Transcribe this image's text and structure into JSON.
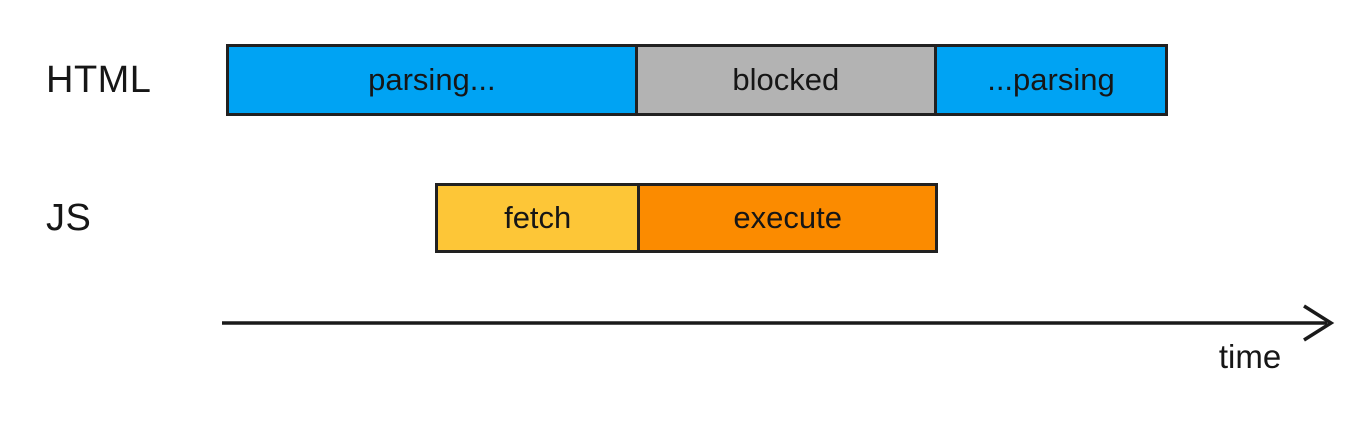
{
  "diagram": {
    "type": "timeline",
    "rows": [
      {
        "label": "HTML",
        "segments": [
          {
            "label": "parsing...",
            "color": "#00a3f3",
            "duration": 411
          },
          {
            "label": "blocked",
            "color": "#b3b3b3",
            "duration": 300
          },
          {
            "label": "...parsing",
            "color": "#00a3f3",
            "duration": 231
          }
        ]
      },
      {
        "label": "JS",
        "segments": [
          {
            "label": "fetch",
            "color": "#fdc637",
            "duration": 203
          },
          {
            "label": "execute",
            "color": "#fb8b00",
            "duration": 300
          }
        ]
      }
    ],
    "axis": {
      "label": "time"
    },
    "colors": {
      "blue": "#00a3f3",
      "gray": "#b3b3b3",
      "yellow": "#fdc637",
      "orange": "#fb8b00",
      "border": "#212121",
      "text": "#161616",
      "background": "#ffffff"
    }
  }
}
